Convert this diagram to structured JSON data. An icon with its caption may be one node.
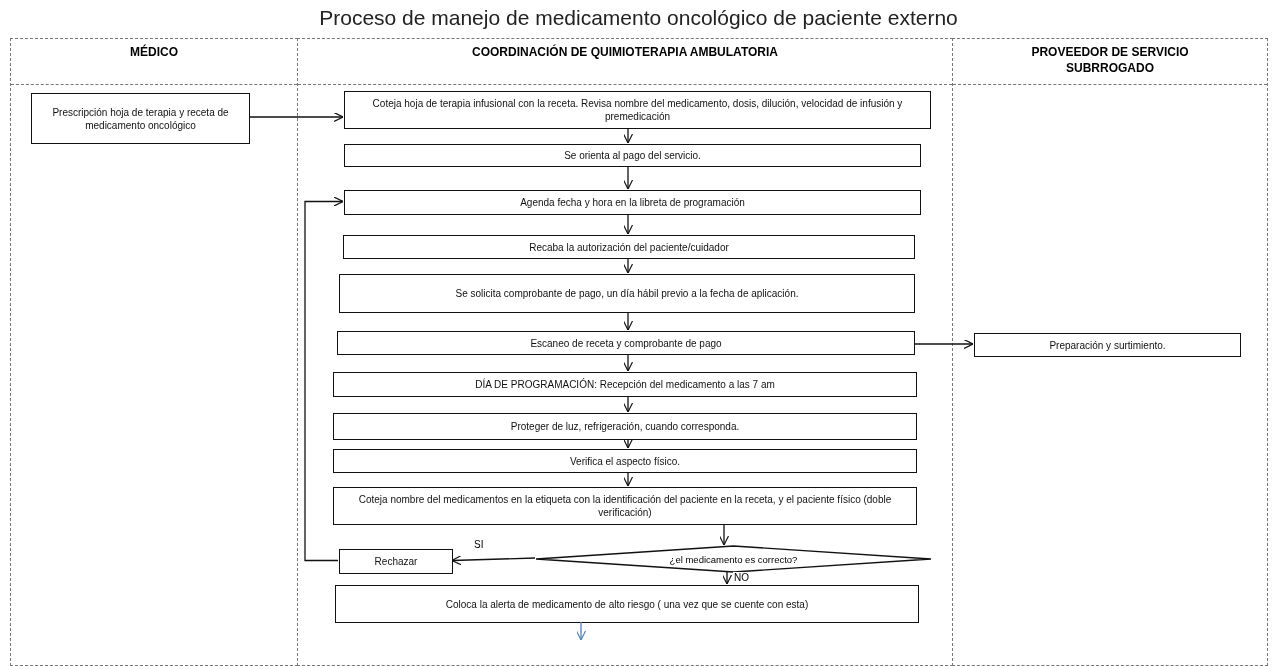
{
  "diagram": {
    "title": "Proceso de manejo de medicamento oncológico de paciente externo",
    "nodes": [
      {
        "text": [
          "MÉDICO"
        ]
      },
      {
        "text": [
          "COORDINACIÓN DE QUIMIOTERAPIA AMBULATORIA"
        ]
      },
      {
        "text": [
          "PROVEEDOR DE SERVICIO SUBRROGADO"
        ]
      },
      {
        "text": [
          "Prescripción hoja de terapia y receta de medicamento oncológico"
        ],
        "in": 0
      },
      {
        "text": [
          "Coteja hoja de terapia infusional con la receta. Revisa nombre del medicamento, dosis, dilución, velocidad de infusión y premedicación"
        ],
        "in": 1
      },
      {
        "text": [
          "Se orienta al pago del servicio."
        ],
        "in": 1
      },
      {
        "text": [
          "Agenda fecha y hora en la libreta de programación"
        ],
        "in": 1
      },
      {
        "text": [
          "Recaba la autorización del paciente/cuidador"
        ],
        "in": 1
      },
      {
        "text": [
          "Se solicita comprobante de pago, un día hábil previo a la fecha de aplicación."
        ],
        "in": 1
      },
      {
        "text": [
          "Escaneo de receta y comprobante de pago"
        ],
        "in": 1
      },
      {
        "text": [
          "Preparación y surtimiento."
        ],
        "in": 2
      },
      {
        "text": [
          "DÍA DE PROGRAMACIÓN: Recepción del medicamento a las 7 am"
        ],
        "in": 1
      },
      {
        "text": [
          "Proteger de luz, refrigeración, cuando corresponda."
        ],
        "in": 1
      },
      {
        "text": [
          "Verifica el aspecto físico."
        ],
        "in": 1
      },
      {
        "text": [
          "Coteja nombre del medicamentos en la etiqueta con la identificación del paciente en la receta, y el paciente físico (doble verificación)"
        ],
        "in": 1
      },
      {
        "text": [
          "¿el medicamento es correcto?"
        ],
        "in": 1
      },
      {
        "text": [
          "Rechazar"
        ],
        "in": 1
      },
      {
        "text": [
          "Coloca la alerta de medicamento de alto riesgo ( una vez que se cuente con esta)"
        ],
        "in": 1
      }
    ],
    "edges": [
      {
        "from": 3,
        "to": 4,
        "arrow": "to"
      },
      {
        "from": 4,
        "to": 5,
        "arrow": "to"
      },
      {
        "from": 5,
        "to": 6,
        "arrow": "to"
      },
      {
        "from": 6,
        "to": 7,
        "arrow": "to"
      },
      {
        "from": 7,
        "to": 8,
        "arrow": "to"
      },
      {
        "from": 8,
        "to": 9,
        "arrow": "to"
      },
      {
        "from": 9,
        "to": 10,
        "arrow": "to"
      },
      {
        "from": 9,
        "to": 11,
        "arrow": "to"
      },
      {
        "from": 11,
        "to": 12,
        "arrow": "to"
      },
      {
        "from": 12,
        "to": 13,
        "arrow": "to"
      },
      {
        "from": 13,
        "to": 14,
        "arrow": "to"
      },
      {
        "from": 14,
        "to": 15,
        "arrow": "to"
      },
      {
        "from": 15,
        "to": 16,
        "arrow": "to",
        "label": "SI"
      },
      {
        "from": 15,
        "to": 17,
        "arrow": "to",
        "label": "NO"
      },
      {
        "from": 16,
        "to": 6,
        "arrow": "to"
      },
      {
        "from": 17,
        "to": null,
        "arrow": "to",
        "color": "#4f81bd"
      }
    ]
  }
}
